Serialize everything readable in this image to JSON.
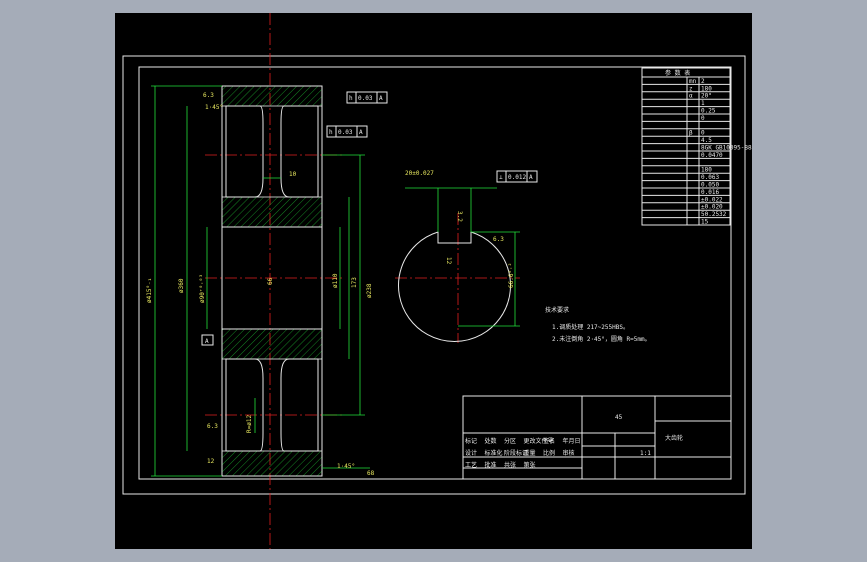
{
  "drawing": {
    "dims": {
      "outer_dia": "ø415⁰₋₁",
      "d360": "ø360",
      "d90": "ø90⁺⁰·⁰³",
      "bore": "66",
      "d110": "ø110",
      "d173": "173",
      "d238": "ø238",
      "web": "10",
      "width": "68",
      "groove": "R=ø12",
      "chamfer_top": "1·45°",
      "chamfer_bottom": "1·45°",
      "rough_63a": "6.3",
      "rough_63b": "6.3",
      "rough_32": "3.2",
      "rough_12": "12"
    },
    "gdt": {
      "top1_sym": "h",
      "top1_val": "0.03",
      "top1_ref": "A",
      "top2_sym": "h",
      "top2_val": "0.03",
      "top2_ref": "A",
      "datum": "A",
      "key_sym": "⊥",
      "key_val": "0.012",
      "key_ref": "A"
    },
    "keyway": {
      "width": "20±0.027",
      "depth": "66.6⁰·²",
      "rough1": "3.2",
      "rough2": "6.3",
      "rough3": "12"
    },
    "notes": {
      "title": "技术要求",
      "line1": "1.调质处理 217~255HBS。",
      "line2": "2.未注倒角 2·45°，圆角 R=5mm。"
    },
    "param_table": {
      "header": "参 数 表",
      "rows": [
        [
          "",
          "mn",
          "2"
        ],
        [
          "",
          "z",
          "180"
        ],
        [
          "",
          "α",
          "20°"
        ],
        [
          "",
          "",
          "1"
        ],
        [
          "",
          "",
          "0.25"
        ],
        [
          "",
          "",
          "0"
        ],
        [
          "",
          "",
          ""
        ],
        [
          "",
          "β",
          "0"
        ],
        [
          "",
          "",
          "4.5"
        ],
        [
          "",
          "",
          "8GK GB10095-88"
        ],
        [
          "",
          "",
          "0.0470"
        ],
        [
          "",
          "",
          ""
        ],
        [
          "",
          "",
          "180"
        ],
        [
          "",
          "",
          "0.063"
        ],
        [
          "",
          "",
          "0.050"
        ],
        [
          "",
          "",
          "0.016"
        ],
        [
          "",
          "",
          "±0.022"
        ],
        [
          "",
          "",
          "±0.020"
        ],
        [
          "",
          "",
          "50.2532"
        ],
        [
          "",
          "",
          "15"
        ]
      ]
    },
    "title_block": {
      "material": "45",
      "name": "大齿轮",
      "scale": "1:1",
      "org": "",
      "cells": [
        "标记",
        "处数",
        "分区",
        "更改文件号",
        "签名",
        "年月日",
        "设计",
        "标准化",
        "阶段标记",
        "重量",
        "比例",
        "审核",
        "工艺",
        "批准",
        "共张",
        "第张"
      ]
    }
  }
}
